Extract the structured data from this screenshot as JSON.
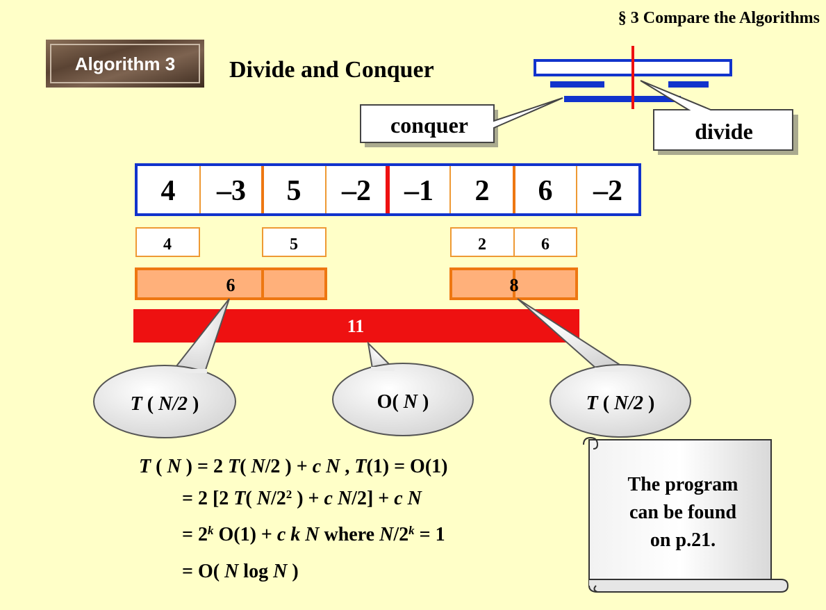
{
  "header": {
    "section": "§ 3  Compare the Algorithms",
    "badge": "Algorithm 3",
    "title": "Divide and Conquer"
  },
  "callouts": {
    "conquer": "conquer",
    "divide": "divide"
  },
  "array": {
    "values": [
      "4",
      "–3",
      "5",
      "–2",
      "–1",
      "2",
      "6",
      "–2"
    ]
  },
  "level1": {
    "left_a": "4",
    "left_b": "5",
    "right_a": "2",
    "right_b": "6"
  },
  "level2": {
    "left": "6",
    "right": "8"
  },
  "total": "11",
  "bubbles": {
    "left": {
      "fn": "T",
      "arg": "N/2"
    },
    "middle": {
      "fn": "O",
      "arg": "N"
    },
    "right": {
      "fn": "T",
      "arg": "N/2"
    }
  },
  "scroll": {
    "line1": "The program",
    "line2": "can be found",
    "line3": "on p.21."
  }
}
